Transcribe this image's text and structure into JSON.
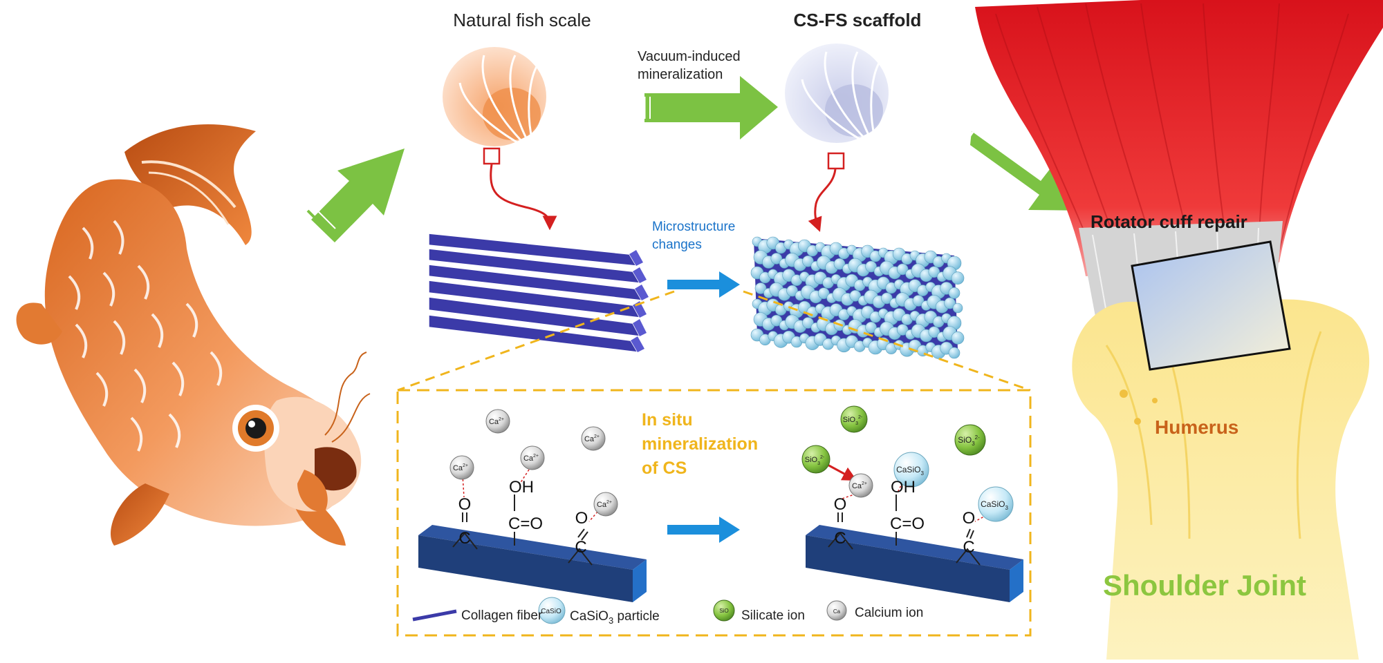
{
  "title_left": "Natural fish scale",
  "title_right": "CS-FS scaffold",
  "step1": {
    "line1": "Vacuum-induced",
    "line2": "mineralization"
  },
  "micro": {
    "line1": "Microstructure",
    "line2": "changes"
  },
  "insitu": {
    "line1": "In situ",
    "line2": "mineralization",
    "line3": "of CS"
  },
  "ions": {
    "ca_sup": "2+",
    "sio3_sub": "3",
    "sio3_sup": "2-",
    "casio3_sub": "3"
  },
  "chem": {
    "O": "O",
    "C": "C",
    "OH": "OH",
    "CO": "C=O",
    "Ca": "Ca",
    "SiO": "SiO",
    "CaSiO": "CaSiO"
  },
  "legend": {
    "collagen": "Collagen fiber",
    "particle_pre": "CaSiO",
    "particle_sub": "3",
    "particle_post": " particle",
    "silicate": "Silicate ion",
    "calcium": "Calcium ion"
  },
  "right": {
    "rotator": "Rotator cuff repair",
    "humerus": "Humerus",
    "shoulder": "Shoulder Joint"
  },
  "colors": {
    "green_arrow": "#7cc243",
    "blue_arrow": "#1b8fdc",
    "red_curve": "#d42020",
    "fiber": "#3b3aa8",
    "bar": "#1f3f7a",
    "dash_box": "#f0b51c",
    "insitu_text": "#f0b51c",
    "micro_text": "#1a73c9",
    "humerus_text": "#c8621a",
    "shoulder_text": "#8cc63f",
    "muscle": "#e01b22",
    "bone": "#fbe28a"
  }
}
